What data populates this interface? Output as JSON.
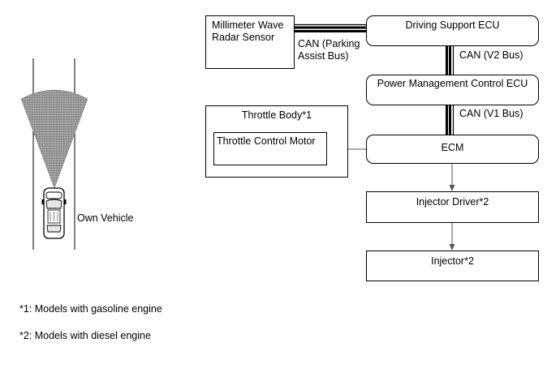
{
  "vehicle": {
    "label": "Own Vehicle"
  },
  "boxes": {
    "radar": "Millimeter Wave\nRadar Sensor",
    "driving_support": "Driving Support ECU",
    "power_mgmt": "Power Management Control ECU",
    "throttle_body": "Throttle Body*1",
    "throttle_motor": "Throttle Control Motor",
    "ecm": "ECM",
    "injector_driver": "Injector Driver*2",
    "injector": "Injector*2"
  },
  "buses": {
    "parking_assist": "CAN (Parking\nAssist Bus)",
    "v2": "CAN (V2 Bus)",
    "v1": "CAN (V1 Bus)"
  },
  "notes": [
    "*1: Models with gasoline engine",
    "*2: Models with diesel engine"
  ]
}
